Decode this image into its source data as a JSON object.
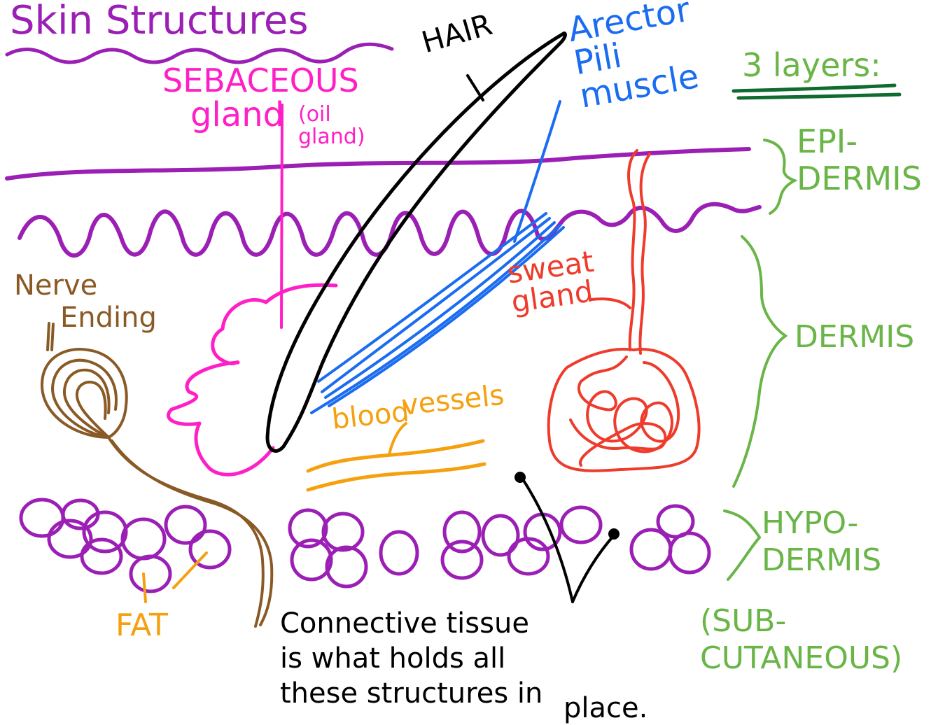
{
  "title": "Skin Structures",
  "colors": {
    "title": "#9b1fb5",
    "sebaceous": "#ff1fc7",
    "hair": "#000000",
    "arrector": "#1a6cf0",
    "layers": "#6ab547",
    "layers_underline": "#0f6b2e",
    "nerve": "#8a5a26",
    "sweat": "#ee3b2b",
    "blood": "#f5a10f",
    "fat_cells": "#9b1fb5",
    "connective": "#000000"
  },
  "labels": {
    "sebaceous": "SEBACEOUS",
    "gland": "gland",
    "oil_gland": "(oil\ngland)",
    "hair": "HAIR",
    "arrector": "Arector\nPili\nmuscle",
    "nerve": "Nerve",
    "ending": "Ending",
    "sweat_gland": "sweat\ngland",
    "blood_vessels_1": "blood",
    "blood_vessels_2": "vessels",
    "fat": "FAT",
    "connective_tissue": "Connective tissue\nis what holds all\nthese structures in",
    "place": "place."
  },
  "layers": {
    "heading": "3 layers:",
    "epidermis": "EPI-\nDERMIS",
    "dermis": "DERMIS",
    "hypodermis": "HYPO-\nDERMIS",
    "subcutaneous": "(SUB-\nCUTANEOUS)"
  }
}
